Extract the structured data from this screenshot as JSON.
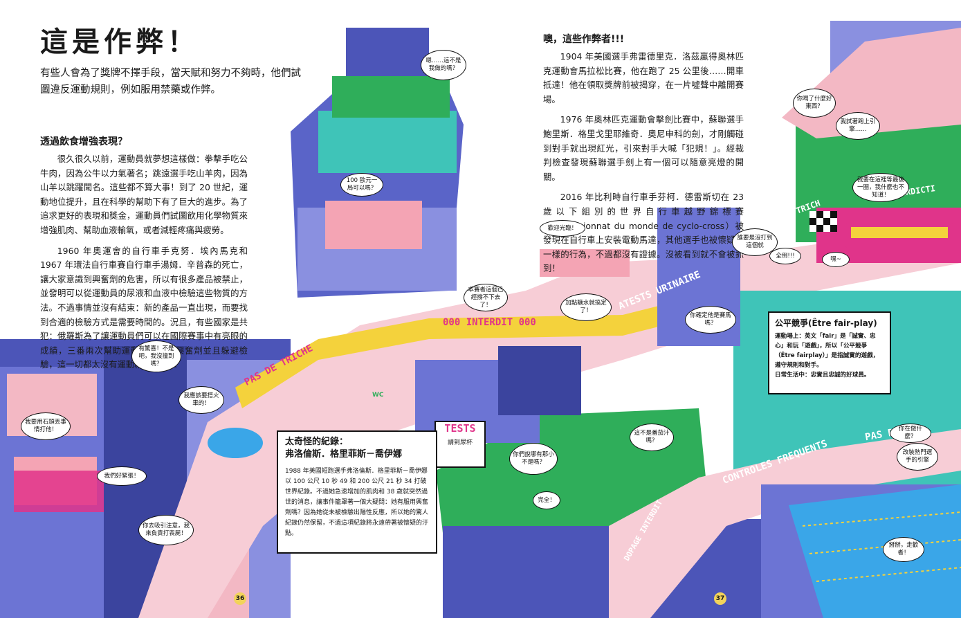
{
  "left_page": {
    "title": "這是作弊！",
    "intro": "有些人會為了獎牌不擇手段，當天賦和努力不夠時，他們試圖違反運動規則，例如服用禁藥或作弊。",
    "section_heading": "透過飲食增強表現？",
    "paragraphs": [
      "很久很久以前，運動員就夢想這樣做：拳擊手吃公牛肉，因為公牛以力氣著名；跳遠選手吃山羊肉，因為山羊以跳躍聞名。這些都不算大事！到了 20 世紀，運動地位提升，且在科學的幫助下有了巨大的進步。為了追求更好的表現和獎金，運動員們試圖飲用化學物質來增強肌肉、幫助血液輸氧，或者減輕疼痛與疲勞。",
      "1960 年奧運會的自行車手克努．埃內馬克和 1967 年環法自行車賽自行車手湯姆．辛普森的死亡，讓大家意識到興奮劑的危害，所以有很多產品被禁止，並發明可以從運動員的尿液和血液中檢驗這些物質的方法。不過事情並沒有結束：新的產品一直出現，而要找到合適的檢驗方式是需要時間的。況且，有些國家是共犯：俄羅斯為了讓運動員們可以在國際賽事中有亮眼的成績，三番兩次幫助運動員們服用興奮劑並且躲避檢驗，這一切都太沒有運動精神了……"
    ],
    "page_number": "36"
  },
  "right_page": {
    "section_heading": "噢，這些作弊者!!!",
    "paragraphs": [
      "1904 年美國選手弗雷德里克．洛茲贏得奧林匹克運動會馬拉松比賽，他在跑了 25 公里後……開車抵達！他在領取獎牌前被揭穿，在一片噓聲中離開賽場。",
      "1976 年奧林匹克運動會擊劍比賽中，蘇聯選手鮑里斯．格里戈里耶維奇．奧尼申科的劍，才剛觸碰到對手就出現紅光，引來對手大喊「犯規！」。經裁判檢查發現蘇聯選手劍上有一個可以隨意亮燈的開關。",
      "2016 年比利時自行車手芬柯．德雷斯切在 23 歲以下組別的世界自行車越野錦標賽（Championnat du monde de cyclo-cross）被發現在自行車上安裝電動馬達，其他選手也被懷疑有一樣的行為，不過都沒有證據。沒被看到就不會被抓到！"
    ],
    "page_number": "37"
  },
  "record_box": {
    "title_line1": "太奇怪的紀錄：",
    "title_line2": "弗洛倫斯．格里菲斯－喬伊娜",
    "body": "1988 年美國短跑選手弗洛倫斯．格里菲斯－喬伊娜以 100 公尺 10 秒 49 和 200 公尺 21 秒 34 打破世界紀錄。不過她急速增加的肌肉和 38 歲就突然過世的消息，讓事件籠罩著一個大疑問：她有服用興奮劑嗎？因為她從未被檢驗出陽性反應，所以她的驚人紀錄仍然保留，不過這項紀錄將永遠帶著被懷疑的汙點。"
  },
  "fairplay_box": {
    "title": "公平競爭(Être fair-play)",
    "body": "運動場上：英文「fair」是「誠實、忠心」和玩「遊戲」，所以「公平競爭（Être fairplay）」是指誠實的遊戲，遵守規則和對手。",
    "daily": "日常生活中：忠實且忠誠的好球員。"
  },
  "speech_bubbles": {
    "b1": "嗯……這不是我做的嗎？",
    "b2": "100 歐元一局可以嗎？",
    "b3": "本賽者這個已經撐不下去了！",
    "b4": "加點糖水就搞定了！",
    "b5": "你確定他是賽馬嗎？",
    "b6": "有驚喜！不是吧，我沒撞到嗎？",
    "b7": "我應該要搭火車的！",
    "b8": "我要用石頭丟事情打他！",
    "b9": "我們好緊張！",
    "b10": "你去吸引注意，我來負責打喪屍！",
    "b11": "歡迎光臨！",
    "b12": "誰要是沒打到這個就",
    "b13": "全倒!!!",
    "b14": "嘿~",
    "b15": "你喝了什麼好東西？",
    "b16": "我試著跑上引擎……",
    "b17": "我要在這裡等最後一圈，我什麼也不知道！",
    "b18": "這不是番茄汁嗎？",
    "b19": "你們說哪有那小不是嗎？",
    "b20": "完全！",
    "b21": "你在做什麼？",
    "b22": "改裝熱門選手的引擎",
    "b23": "掰掰，走歡者！"
  },
  "signs": {
    "tests": "TESTS",
    "tests_sub": "請到尿杯",
    "wc": "WC",
    "banner1": "PAS DE TRICHE",
    "banner2": "000 INTERDIT 000",
    "banner3": "ATESTS URINAIRE",
    "banner4": "CONTROLES FREQUENTS",
    "banner5": "PAS DE",
    "banner6": "DOPAGE INTERDIT",
    "banner7": "INTERDICTI",
    "banner8": "TRICH"
  },
  "colors": {
    "sky_buildings": "#5a64c8",
    "green": "#2fae5a",
    "pink_road": "#f3b8c4",
    "yellow": "#f4d23c",
    "magenta": "#e0348a",
    "pool": "#3aa6e8",
    "teal": "#3fc4b8"
  }
}
